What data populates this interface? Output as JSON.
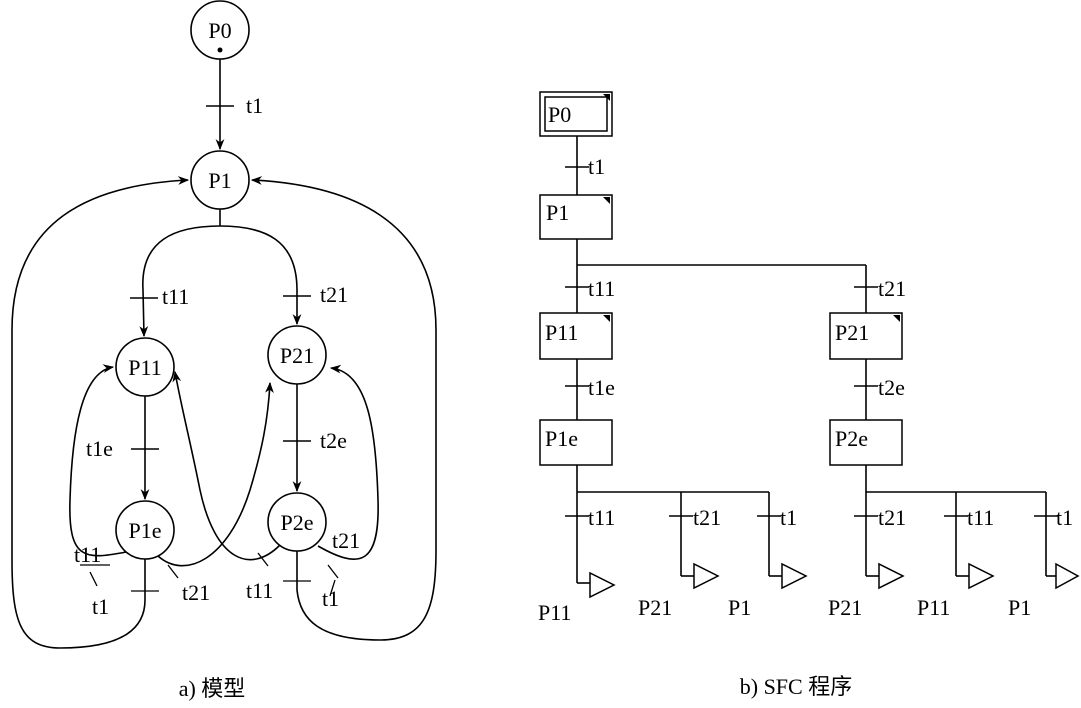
{
  "petri_model": {
    "caption": "a) 模型",
    "places": [
      "P0",
      "P1",
      "P11",
      "P21",
      "P1e",
      "P2e"
    ],
    "transitions": {
      "t1_top": "t1",
      "t11_left": "t11",
      "t21_right": "t21",
      "t1e": "t1e",
      "t2e": "t2e",
      "t11_p1e": "t11",
      "t1_p1e": "t1",
      "t21_p1e": "t21",
      "t21_p2e": "t21",
      "t11_p2e": "t11",
      "t1_p2e": "t1"
    }
  },
  "sfc_program": {
    "caption": "b) SFC 程序",
    "steps": [
      "P0",
      "P1",
      "P11",
      "P21",
      "P1e",
      "P2e"
    ],
    "transitions": {
      "t1": "t1",
      "t11": "t11",
      "t21": "t21",
      "t1e": "t1e",
      "t2e": "t2e",
      "branch_left": [
        "t11",
        "t21",
        "t1"
      ],
      "branch_right": [
        "t21",
        "t11",
        "t1"
      ]
    },
    "jumps_left": [
      "P11",
      "P21",
      "P1"
    ],
    "jumps_right": [
      "P21",
      "P11",
      "P1"
    ]
  }
}
